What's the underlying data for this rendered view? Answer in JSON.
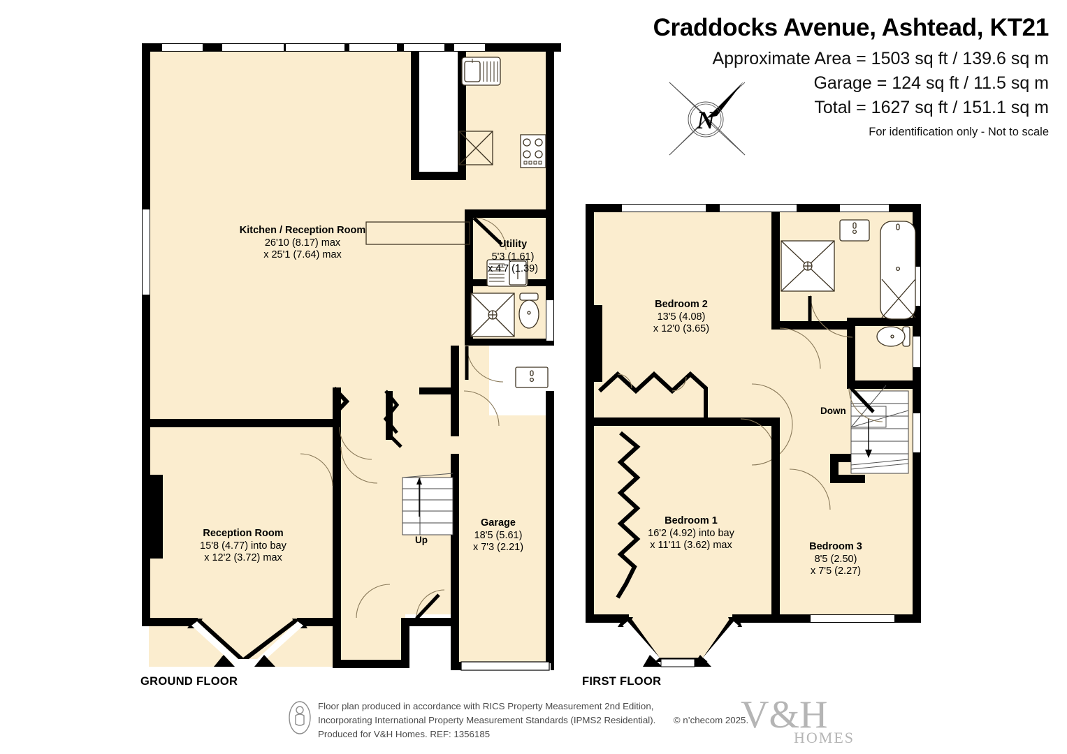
{
  "header": {
    "title": "Craddocks Avenue, Ashtead, KT21",
    "area_lines": [
      "Approximate Area = 1503 sq ft / 139.6 sq m",
      "Garage = 124 sq ft / 11.5 sq m",
      "Total = 1627 sq ft / 151.1 sq m"
    ],
    "disclaimer": "For identification only - Not to scale",
    "compass_letter": "N"
  },
  "floors": [
    {
      "id": "ground",
      "label": "GROUND FLOOR"
    },
    {
      "id": "first",
      "label": "FIRST FLOOR"
    }
  ],
  "ground_floor": {
    "rooms": [
      {
        "name": "Kitchen / Reception Room",
        "dim1": "26'10 (8.17) max",
        "dim2": "x 25'1 (7.64) max"
      },
      {
        "name": "Utility",
        "dim1": "5'3 (1.61)",
        "dim2": "x 4'7 (1.39)"
      },
      {
        "name": "Reception Room",
        "dim1": "15'8 (4.77) into bay",
        "dim2": "x 12'2 (3.72) max"
      },
      {
        "name": "Garage",
        "dim1": "18'5 (5.61)",
        "dim2": "x 7'3 (2.21)"
      }
    ],
    "stair_label": "Up"
  },
  "first_floor": {
    "rooms": [
      {
        "name": "Bedroom 2",
        "dim1": "13'5 (4.08)",
        "dim2": "x 12'0 (3.65)"
      },
      {
        "name": "Bedroom 1",
        "dim1": "16'2 (4.92) into bay",
        "dim2": "x 11'11 (3.62) max"
      },
      {
        "name": "Bedroom 3",
        "dim1": "8'5 (2.50)",
        "dim2": "x 7'5 (2.27)"
      }
    ],
    "stair_label": "Down"
  },
  "footer": {
    "line1": "Floor plan produced in accordance with RICS Property Measurement 2nd Edition,",
    "line2": "Incorporating International Property Measurement Standards (IPMS2 Residential).",
    "copyright": "© n’checom 2025.",
    "line3": "Produced for V&H Homes.   REF:  1356185",
    "logo_main": "V&H",
    "logo_sub": "HOMES"
  },
  "colors": {
    "room_fill": "#FBEDCF",
    "wall": "#000000",
    "fixture_stroke": "#3d3322",
    "footer_text": "#4a4a4a",
    "logo_grey": "#b5b5b5"
  }
}
